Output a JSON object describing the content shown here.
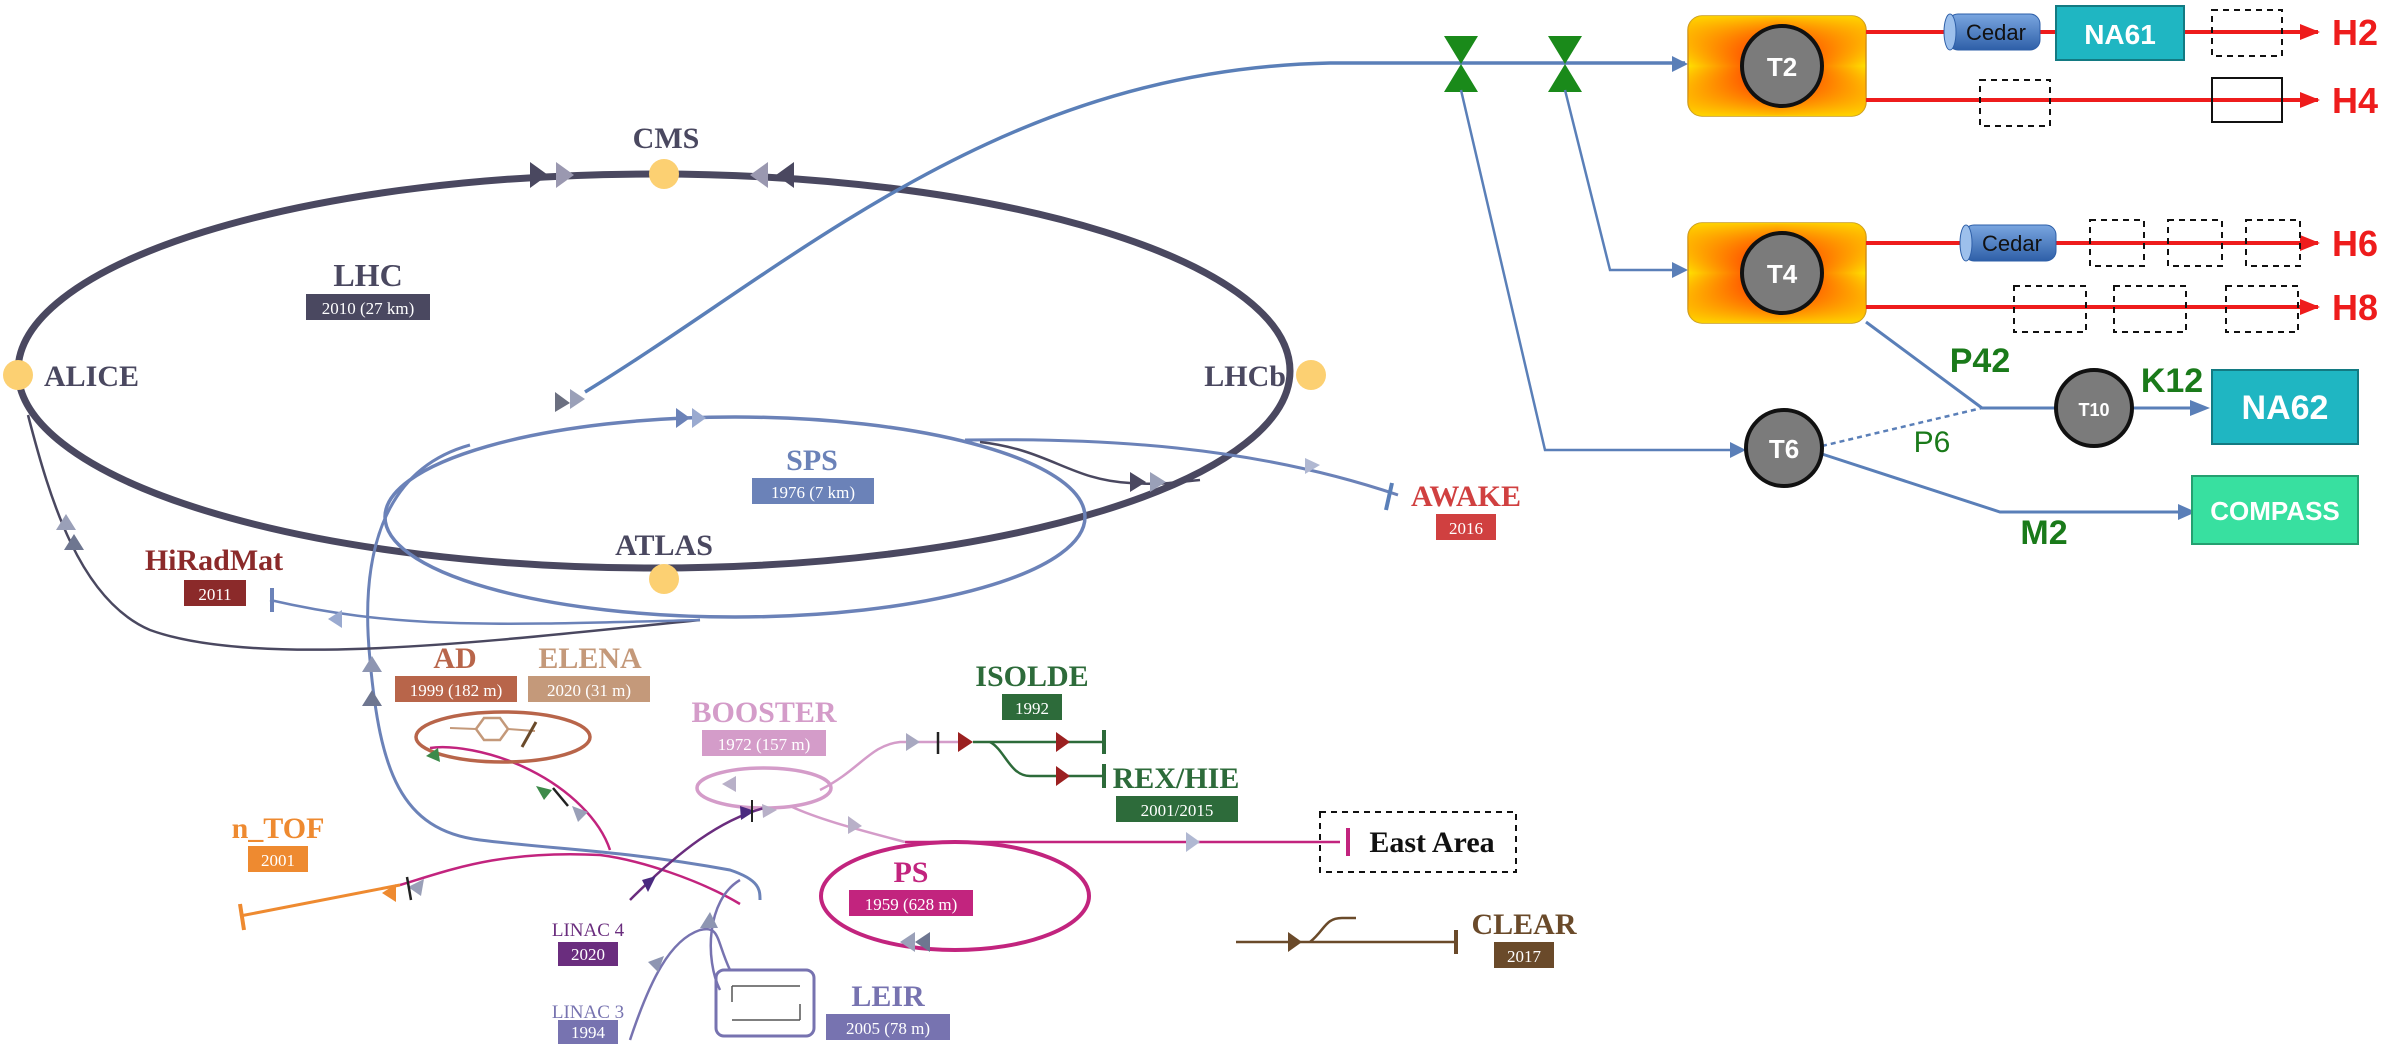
{
  "accelerators": {
    "lhc": {
      "name": "LHC",
      "info": "2010 (27 km)"
    },
    "sps": {
      "name": "SPS",
      "info": "1976 (7 km)"
    },
    "ps": {
      "name": "PS",
      "info": "1959 (628 m)"
    },
    "booster": {
      "name": "BOOSTER",
      "info": "1972 (157 m)"
    },
    "ad": {
      "name": "AD",
      "info": "1999 (182 m)"
    },
    "elena": {
      "name": "ELENA",
      "info": "2020 (31 m)"
    },
    "leir": {
      "name": "LEIR",
      "info": "2005 (78 m)"
    },
    "linac4": {
      "name": "LINAC 4",
      "info": "2020"
    },
    "linac3": {
      "name": "LINAC 3",
      "info": "1994"
    }
  },
  "experiments": {
    "cms": "CMS",
    "alice": "ALICE",
    "lhcb": "LHCb",
    "atlas": "ATLAS"
  },
  "facilities": {
    "hiradmat": {
      "name": "HiRadMat",
      "info": "2011"
    },
    "awake": {
      "name": "AWAKE",
      "info": "2016"
    },
    "isolde": {
      "name": "ISOLDE",
      "info": "1992"
    },
    "rexhie": {
      "name": "REX/HIE",
      "info": "2001/2015"
    },
    "ntof": {
      "name": "n_TOF",
      "info": "2001"
    },
    "clear": {
      "name": "CLEAR",
      "info": "2017"
    },
    "east_area": "East Area"
  },
  "north_area": {
    "targets": {
      "t2": "T2",
      "t4": "T4",
      "t6": "T6",
      "t10": "T10"
    },
    "beamlines": {
      "h2": "H2",
      "h4": "H4",
      "h6": "H6",
      "h8": "H8",
      "p42": "P42",
      "p6": "P6",
      "k12": "K12",
      "m2": "M2"
    },
    "cedar_1": "Cedar",
    "cedar_2": "Cedar",
    "experiments": {
      "na61": "NA61",
      "na62": "NA62",
      "compass": "COMPASS"
    }
  },
  "colors": {
    "lhc": "#4a4860",
    "sps": "#6b82b8",
    "ps": "#c2247e",
    "booster": "#d49cc9",
    "ad": "#b8654a",
    "elena": "#c4997a",
    "leir": "#7773b0",
    "linac4": "#6a2d7e",
    "hiradmat": "#8b2a2a",
    "awake": "#d04040",
    "isolde": "#2d6b3a",
    "ntof": "#ee8a30",
    "clear": "#6a4a2a",
    "north_beam": "#ee1c1c",
    "north_green": "#1a7a1a",
    "na62": "#1fb6c2",
    "compass": "#38e0a0",
    "detector_dot": "#fcd072",
    "transfer": "#5a7fb8"
  }
}
